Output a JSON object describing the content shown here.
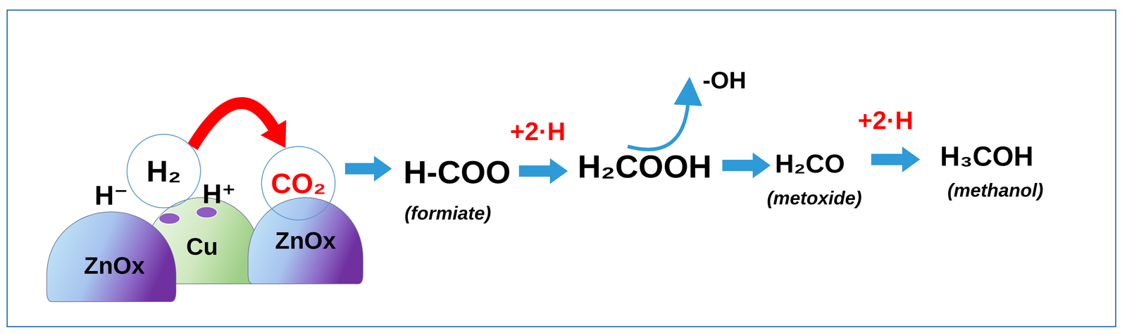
{
  "diagram": {
    "nodes": [
      {
        "text": [
          "ZnOx"
        ]
      },
      {
        "text": [
          "Cu"
        ]
      },
      {
        "text": [
          "H₂"
        ]
      },
      {
        "text": [
          "CO₂"
        ]
      },
      {
        "text": [
          "ZnOx"
        ]
      }
    ],
    "edges": [
      {
        "from": 2,
        "to": 3,
        "arrow": "to"
      }
    ],
    "labels": [
      "H⁻",
      "H⁺",
      "H-COO",
      "(formiate)",
      "+2·H",
      "H₂COOH",
      "-OH",
      "H₂CO",
      "(metoxide)",
      "+2·H",
      "H₃COH",
      "(methanol)"
    ]
  }
}
